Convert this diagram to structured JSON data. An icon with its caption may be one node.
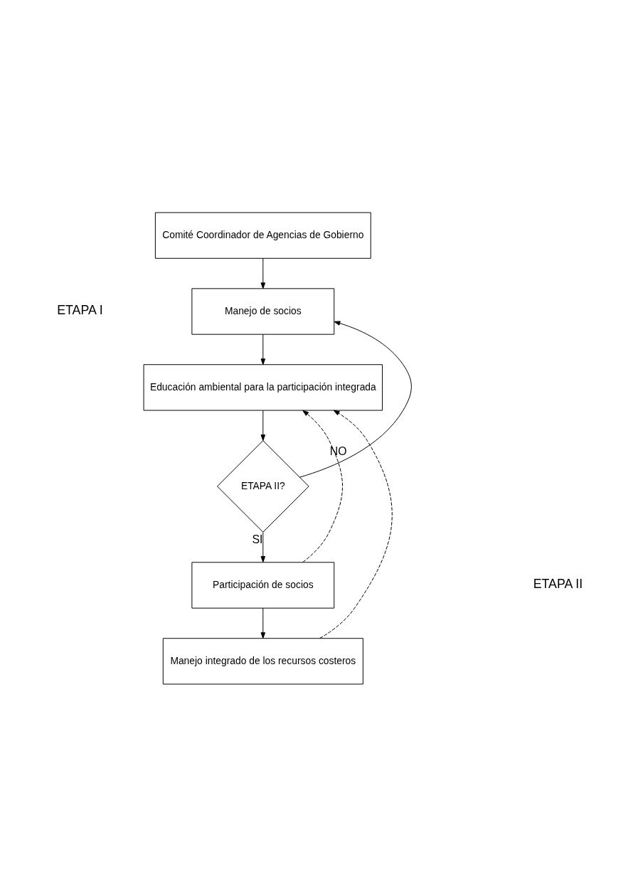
{
  "diagram": {
    "nodes": [
      {
        "text": [
          "Comité Coordinador de Agencias de Gobierno"
        ]
      },
      {
        "text": [
          "Manejo de socios"
        ]
      },
      {
        "text": [
          "Educación ambiental para la participación integrada"
        ]
      },
      {
        "text": [
          "ETAPA II?"
        ]
      },
      {
        "text": [
          "Participación de socios"
        ]
      },
      {
        "text": [
          "Manejo integrado de los recursos costeros"
        ]
      }
    ],
    "edges": [
      {
        "from": 0,
        "to": 1,
        "arrow": "to"
      },
      {
        "from": 1,
        "to": 2,
        "arrow": "to"
      },
      {
        "from": 2,
        "to": 3,
        "arrow": "to"
      },
      {
        "from": 3,
        "to": 1,
        "arrow": "to",
        "label": "NO"
      },
      {
        "from": 3,
        "to": 4,
        "arrow": "to",
        "label": "SI"
      },
      {
        "from": 4,
        "to": 5,
        "arrow": "to"
      },
      {
        "from": 4,
        "to": 2,
        "arrow": "to",
        "style": "dashed"
      },
      {
        "from": 5,
        "to": 2,
        "arrow": "to",
        "style": "dashed"
      }
    ],
    "labels": [
      "ETAPA I",
      "ETAPA II"
    ]
  }
}
